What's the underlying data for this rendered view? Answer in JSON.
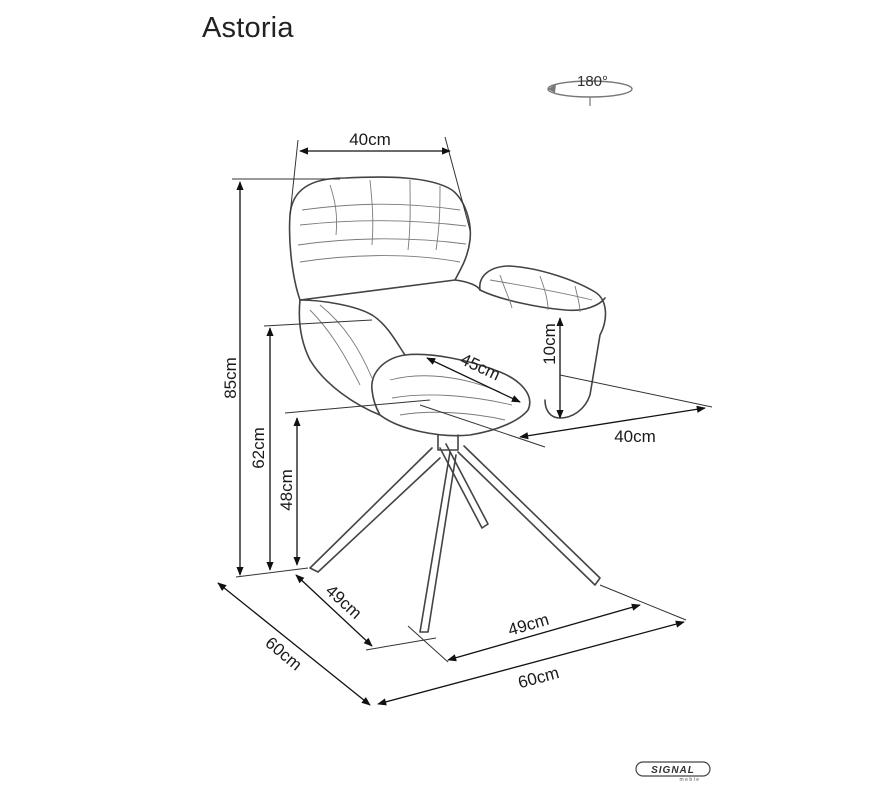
{
  "product": {
    "title": "Astoria",
    "rotation_label": "180°"
  },
  "dimensions": {
    "top_width": "40cm",
    "total_height": "85cm",
    "armrest_height": "62cm",
    "seat_height": "48cm",
    "armrest_above_seat": "10cm",
    "seat_depth": "45cm",
    "seat_width": "40cm",
    "base_depth": "49cm",
    "base_width": "49cm",
    "overall_depth": "60cm",
    "overall_width": "60cm"
  },
  "brand": {
    "name": "SIGNAL",
    "sub": "meble"
  }
}
